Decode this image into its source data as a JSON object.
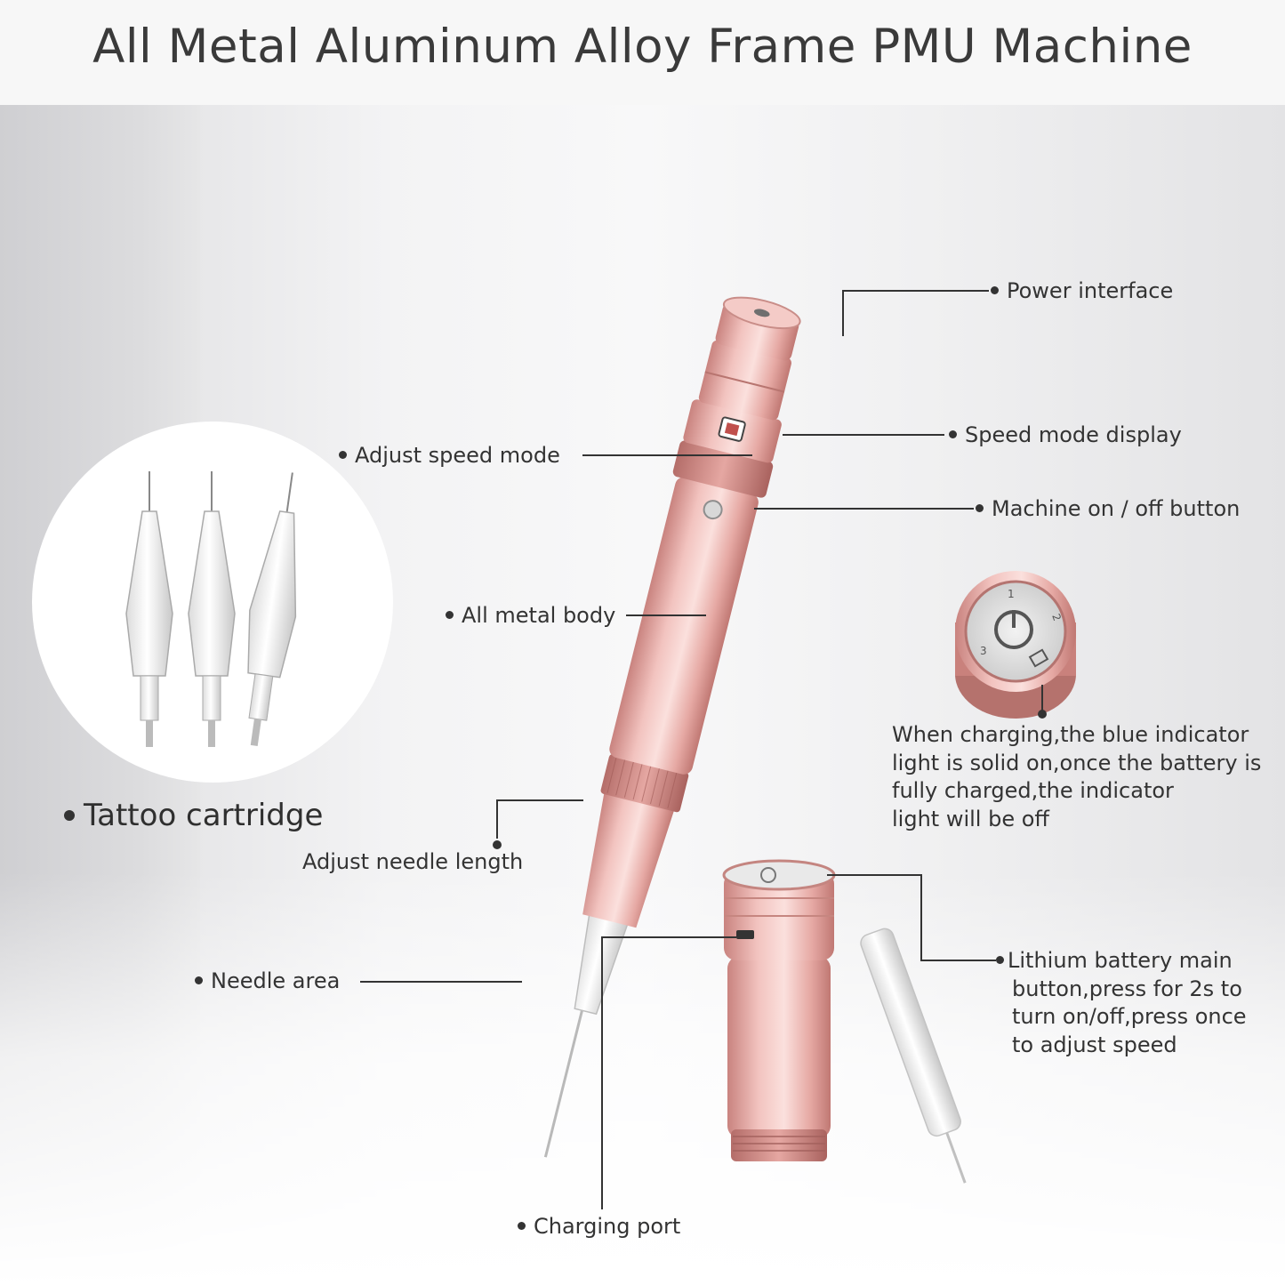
{
  "title": "All Metal Aluminum Alloy Frame PMU Machine",
  "colors": {
    "accent_pink": "#e8a6a2",
    "text": "#333333",
    "background": "#f4f4f5"
  },
  "labels": {
    "power_interface": "Power interface",
    "speed_mode_display": "Speed mode display",
    "adjust_speed_mode": "Adjust speed mode",
    "machine_on_off_button": "Machine on / off button",
    "all_metal_body": "All metal body",
    "tattoo_cartridge": "Tattoo cartridge",
    "adjust_needle_length": "Adjust needle length",
    "needle_area": "Needle area",
    "charging_port": "Charging port"
  },
  "charging_note": [
    "When charging,the blue indicator",
    "light is solid on,once the battery is",
    "fully charged,the indicator",
    "light will be off"
  ],
  "battery_note": [
    "Lithium battery main",
    "button,press for 2s to",
    "turn on/off,press once",
    "to adjust speed"
  ],
  "battery_dial": {
    "marks": [
      "1",
      "2",
      "3"
    ]
  }
}
